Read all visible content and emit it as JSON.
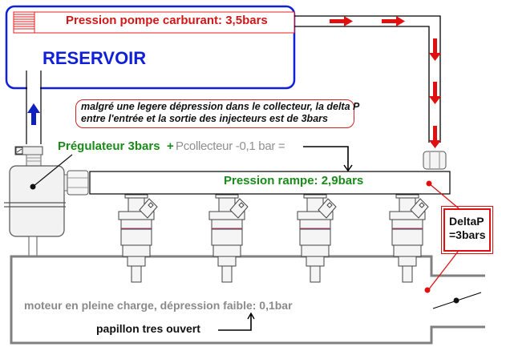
{
  "diagram": {
    "title": "Fuel injection pressure regulation - full load",
    "reservoir": {
      "label": "RESERVOIR",
      "pump_pressure_label": "Pression pompe carburant: 3,5bars"
    },
    "note": {
      "line1": "malgré une legere dépression dans le collecteur, la delta P",
      "line2": "entre l'entrée et la sortie des injecteurs est de 3bars"
    },
    "regulator": {
      "label": "Prégulateur 3bars",
      "operator": "+",
      "collector_label": "Pcollecteur -0,1 bar ="
    },
    "rail": {
      "label": "Pression rampe: 2,9bars"
    },
    "deltap": {
      "line1": "DeltaP",
      "line2": "=3bars"
    },
    "engine": {
      "label": "moteur en pleine charge, dépression faible: 0,1bar"
    },
    "throttle": {
      "label": "papillon tres ouvert"
    },
    "injectors": [
      {
        "name": "injector-1"
      },
      {
        "name": "injector-2"
      },
      {
        "name": "injector-3"
      },
      {
        "name": "injector-4"
      }
    ],
    "colors": {
      "reservoir_border": "#1020d8",
      "pump_text": "#d01818",
      "flow_arrows": "#e01010",
      "return_arrow": "#1020c0",
      "regulator_text": "#1a8a1a",
      "collector_text": "#909090",
      "manifold_line": "#808080",
      "deltap_border": "#e01010"
    }
  }
}
